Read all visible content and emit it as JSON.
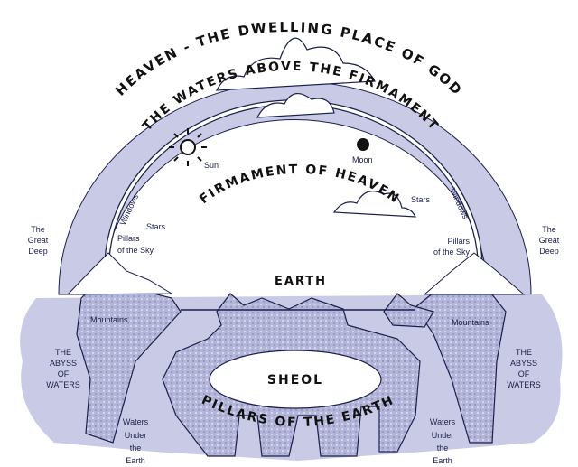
{
  "colors": {
    "water": "#c9cbe6",
    "rock": "#b3b6d8",
    "ink": "#1a1f4a"
  },
  "titles": {
    "heaven": "HEAVEN - THE DWELLING PLACE OF GOD",
    "waters_above": "THE WATERS ABOVE THE FIRMAMENT",
    "firmament": "FIRMAMENT OF HEAVEN",
    "earth": "EARTH",
    "sheol": "SHEOL",
    "pillars_earth": "PILLARS OF THE EARTH"
  },
  "labels": {
    "sun": "Sun",
    "moon": "Moon",
    "stars": "Stars",
    "windows": "Windows",
    "great_deep": [
      "The",
      "Great",
      "Deep"
    ],
    "pillars_sky": [
      "Pillars",
      "of the Sky"
    ],
    "mountains": "Mountains",
    "abyss": [
      "THE",
      "ABYSS",
      "OF",
      "WATERS"
    ],
    "waters_under": [
      "Waters",
      "Under",
      "the",
      "Earth"
    ]
  }
}
